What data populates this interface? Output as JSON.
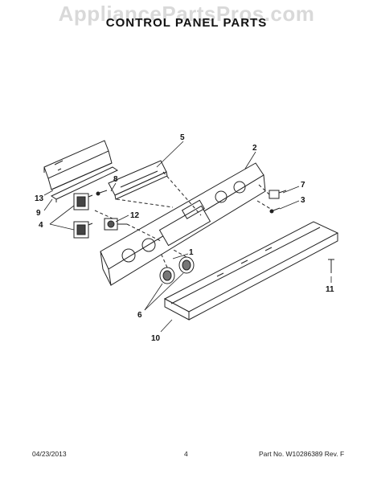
{
  "watermark": "AppliancePartsPros.com",
  "title": "CONTROL PANEL PARTS",
  "callouts": {
    "c1": "1",
    "c2": "2",
    "c3": "3",
    "c4": "4",
    "c5": "5",
    "c6": "6",
    "c7": "7",
    "c8": "8",
    "c9": "9",
    "c10": "10",
    "c11": "11",
    "c12": "12",
    "c13": "13"
  },
  "footer": {
    "date": "04/23/2013",
    "page": "4",
    "part": "Part No. W10286389  Rev. F"
  }
}
